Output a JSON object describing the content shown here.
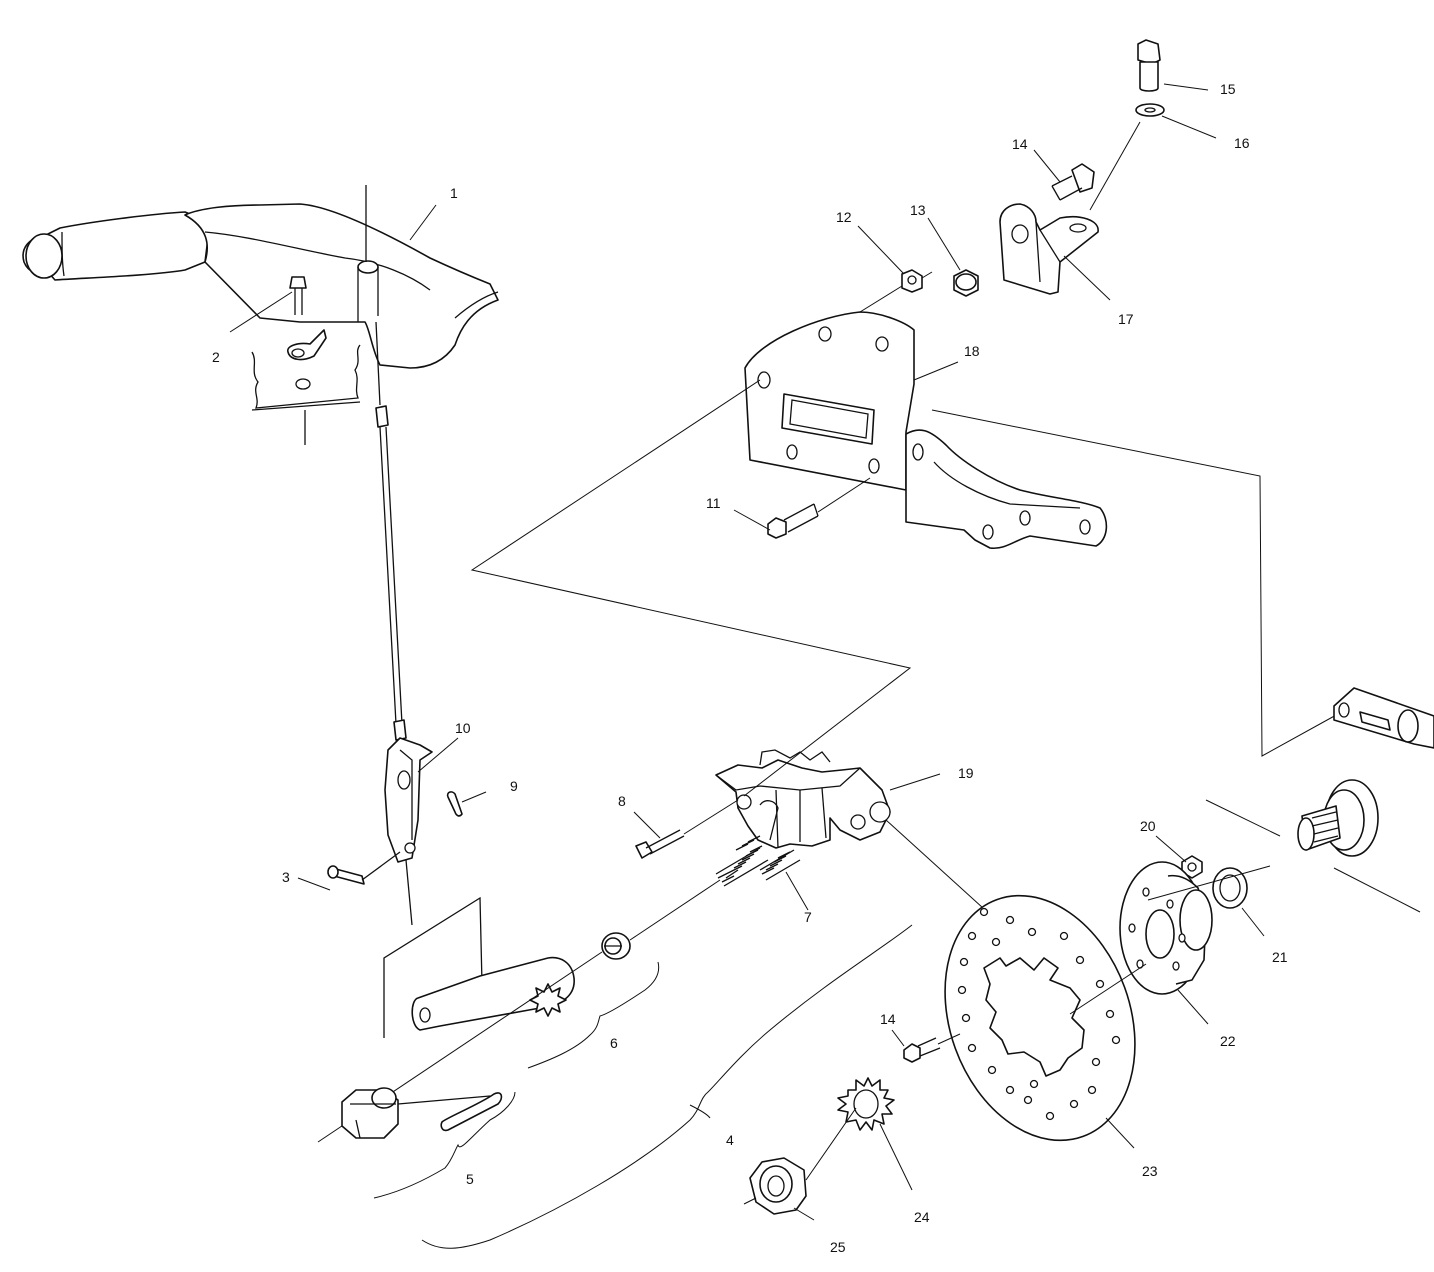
{
  "diagram": {
    "callouts": [
      {
        "id": "c1",
        "label": "1"
      },
      {
        "id": "c2",
        "label": "2"
      },
      {
        "id": "c3",
        "label": "3"
      },
      {
        "id": "c4",
        "label": "4"
      },
      {
        "id": "c5",
        "label": "5"
      },
      {
        "id": "c6",
        "label": "6"
      },
      {
        "id": "c7",
        "label": "7"
      },
      {
        "id": "c8",
        "label": "8"
      },
      {
        "id": "c9",
        "label": "9"
      },
      {
        "id": "c10",
        "label": "10"
      },
      {
        "id": "c11",
        "label": "11"
      },
      {
        "id": "c12",
        "label": "12"
      },
      {
        "id": "c13",
        "label": "13"
      },
      {
        "id": "c14a",
        "label": "14"
      },
      {
        "id": "c14b",
        "label": "14"
      },
      {
        "id": "c15",
        "label": "15"
      },
      {
        "id": "c16",
        "label": "16"
      },
      {
        "id": "c17",
        "label": "17"
      },
      {
        "id": "c18",
        "label": "18"
      },
      {
        "id": "c19",
        "label": "19"
      },
      {
        "id": "c20",
        "label": "20"
      },
      {
        "id": "c21",
        "label": "21"
      },
      {
        "id": "c22",
        "label": "22"
      },
      {
        "id": "c23",
        "label": "23"
      },
      {
        "id": "c24",
        "label": "24"
      },
      {
        "id": "c25",
        "label": "25"
      }
    ]
  }
}
